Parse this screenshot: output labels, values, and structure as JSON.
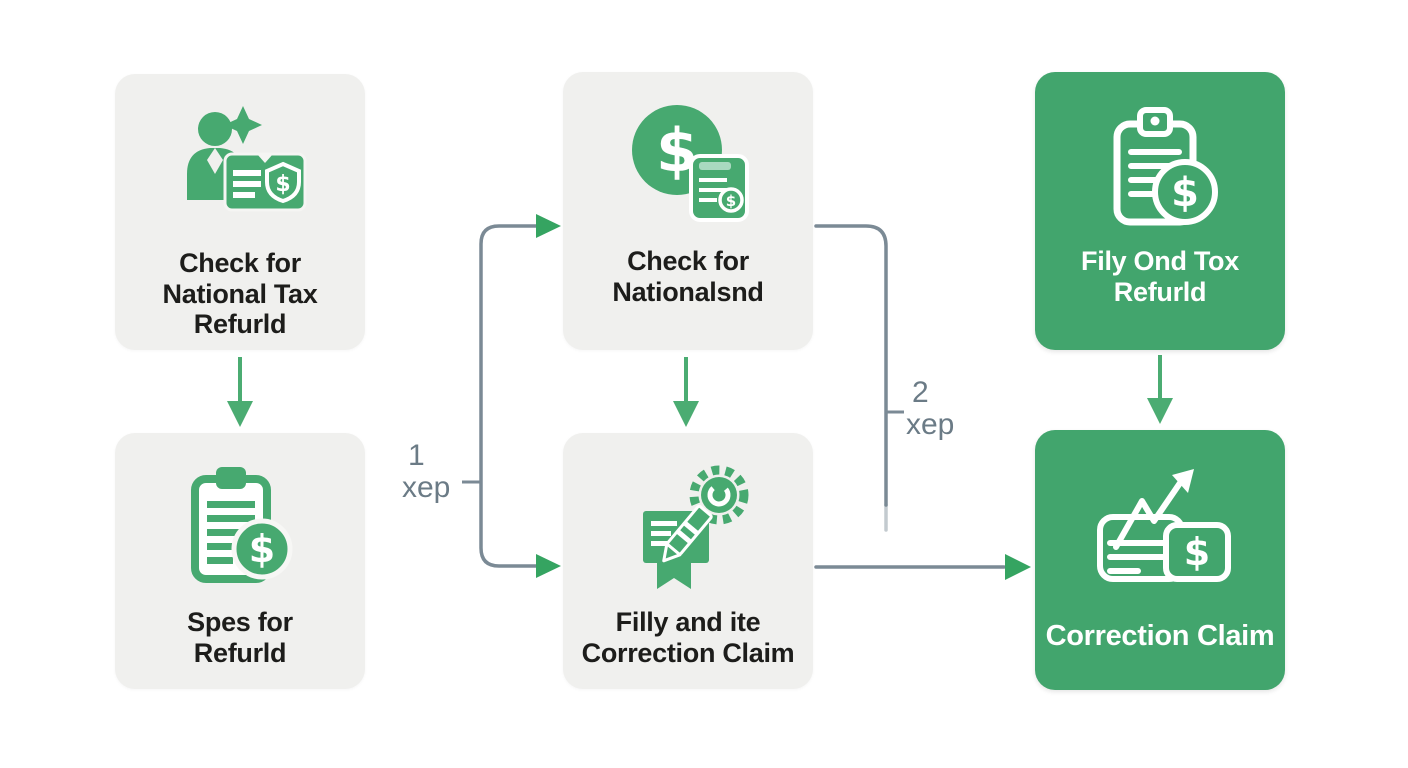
{
  "palette": {
    "background": "#ffffff",
    "card_gray": "#f0f0ee",
    "card_green": "#42a56d",
    "icon_green": "#47a970",
    "icon_white": "#ffffff",
    "text_dark": "#1d1d1b",
    "text_light": "#ffffff",
    "connector_gray": "#7b8a95",
    "arrow_green": "#47ab6f",
    "label_gray": "#6b7b86"
  },
  "nodes": [
    {
      "id": "check-national-tax-refund",
      "style": "gray",
      "icon": "person-tax-document-icon",
      "label_lines": [
        "Check for",
        "National Tax",
        "Refurld"
      ]
    },
    {
      "id": "spes-for-refund",
      "style": "gray",
      "icon": "clipboard-dollar-icon",
      "label_lines": [
        "Spes for",
        "Refurld"
      ]
    },
    {
      "id": "check-for-nationalsnd",
      "style": "gray",
      "icon": "dollar-coin-receipt-icon",
      "label_lines": [
        "Check for",
        "Nationalsnd"
      ]
    },
    {
      "id": "filly-and-ite-correction-claim",
      "style": "gray",
      "icon": "pencil-gear-certificate-icon",
      "label_lines": [
        "Filly and ite",
        "Correction Claim"
      ]
    },
    {
      "id": "fily-ond-tox-refurld",
      "style": "green",
      "icon": "clipboard-dollar-outline-icon",
      "label_lines": [
        "Fily Ond Tox",
        "Refurld"
      ]
    },
    {
      "id": "correction-claim",
      "style": "green",
      "icon": "growth-chart-dollar-icon",
      "label_lines": [
        "Correction Claim"
      ]
    }
  ],
  "connectors": {
    "step1": {
      "number": "1",
      "label": "xep"
    },
    "step2": {
      "number": "2",
      "label": "xep"
    }
  }
}
